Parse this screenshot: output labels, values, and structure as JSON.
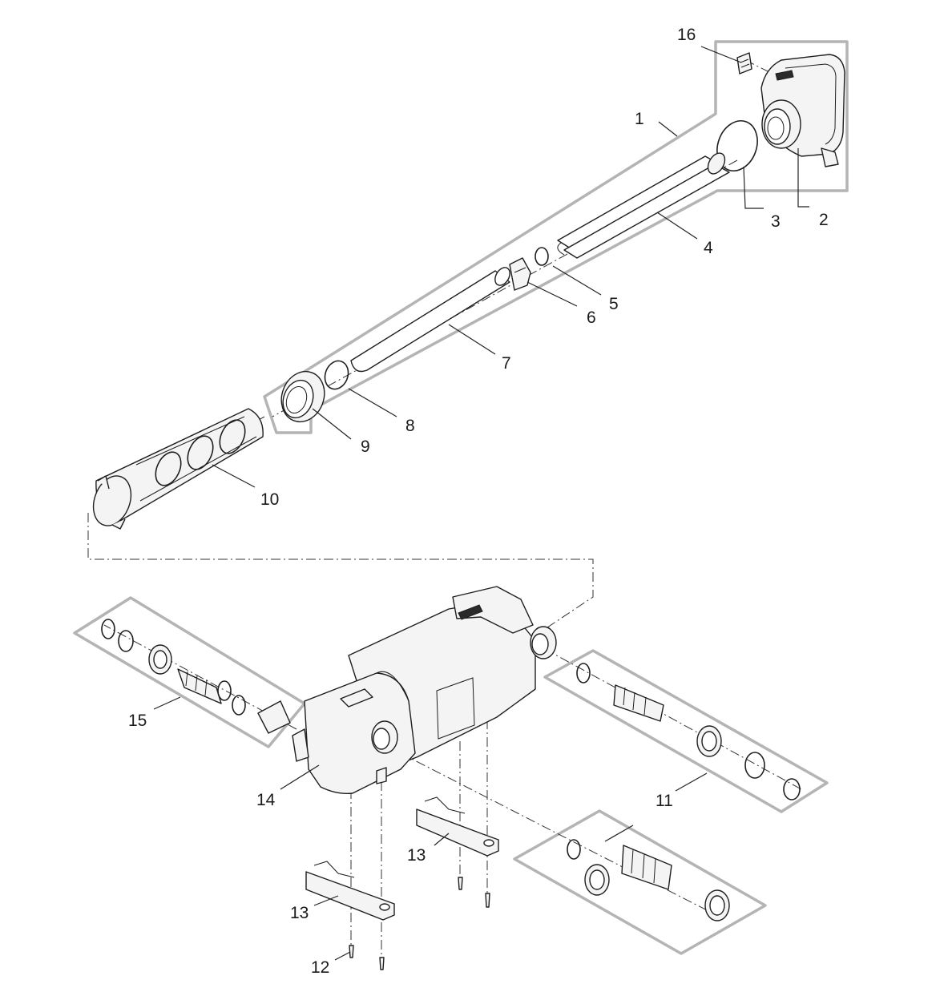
{
  "callouts": {
    "c1": "1",
    "c2": "2",
    "c3": "3",
    "c4": "4",
    "c5": "5",
    "c6": "6",
    "c7": "7",
    "c8": "8",
    "c9": "9",
    "c10": "10",
    "c11": "11",
    "c12": "12",
    "c13a": "13",
    "c13b": "13",
    "c14": "14",
    "c15": "15",
    "c16": "16"
  },
  "colors": {
    "frame": "#b4b4b4",
    "line": "#1e1e1e",
    "background": "#ffffff"
  }
}
